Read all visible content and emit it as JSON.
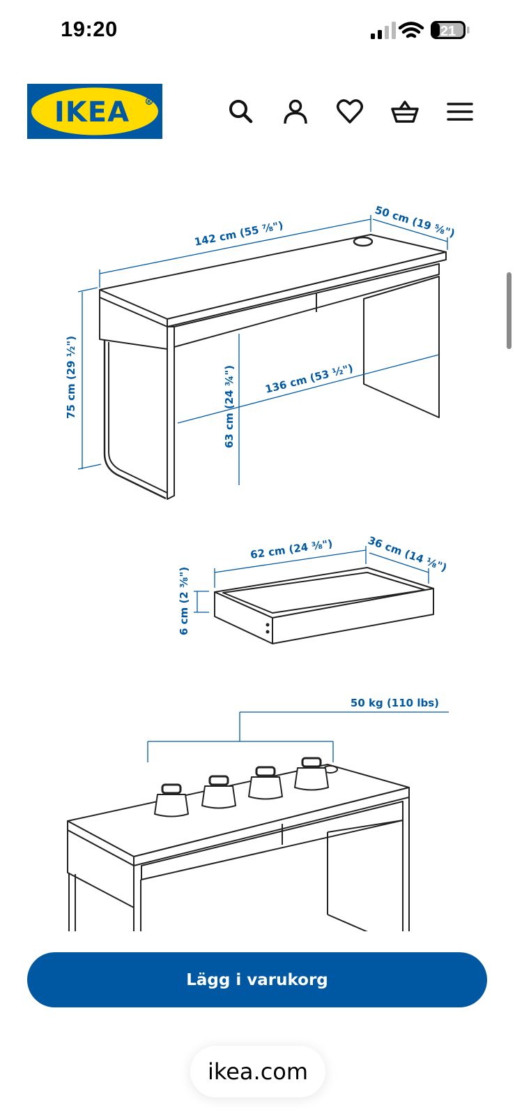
{
  "status_bar": {
    "time": "19:20",
    "battery": "21"
  },
  "header": {
    "logo_text": "IKEA",
    "logo_colors": {
      "background": "#0058a3",
      "oval": "#ffdb00",
      "text": "#0058a3"
    },
    "icons": [
      "search-icon",
      "account-icon",
      "heart-icon",
      "basket-icon",
      "menu-icon"
    ]
  },
  "illustration": {
    "desk": {
      "width_label": "142 cm (55 ⅞\")",
      "depth_label": "50 cm (19 ⅝\")",
      "height_label": "75 cm (29 ½\")",
      "inner_height_label": "63 cm (24 ¾\")",
      "inner_width_label": "136 cm (53 ½\")"
    },
    "drawer": {
      "width_label": "62 cm (24 ⅜\")",
      "depth_label": "36 cm (14 ⅛\")",
      "height_label": "6 cm (2 ⅜\")"
    },
    "load": {
      "max_load_label": "50 kg (110 lbs)"
    },
    "line_color": "#222222",
    "dimension_color": "#0058a3"
  },
  "actions": {
    "add_to_cart": "Lägg i varukorg"
  },
  "browser": {
    "url": "ikea.com"
  }
}
